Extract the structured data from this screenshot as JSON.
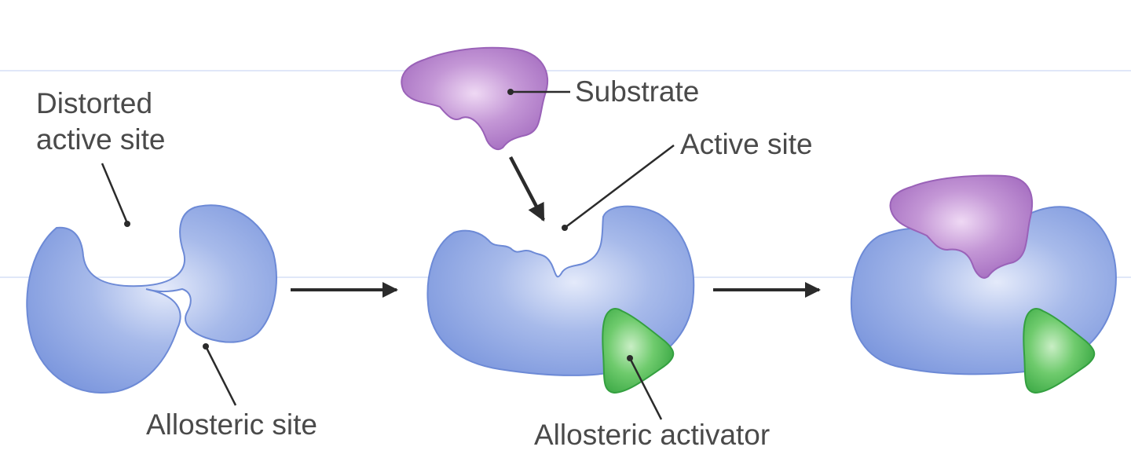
{
  "labels": {
    "distorted_line1": "Distorted",
    "distorted_line2": "active site",
    "allosteric_site": "Allosteric site",
    "substrate": "Substrate",
    "active_site": "Active site",
    "allosteric_activator": "Allosteric activator"
  },
  "colors": {
    "enzyme": "#7f9be0",
    "enzyme_dark": "#5f7fc8",
    "substrate": "#b078c8",
    "activator": "#3fb24a",
    "line": "#2b2b2b",
    "guide": "#cdd8f3"
  }
}
